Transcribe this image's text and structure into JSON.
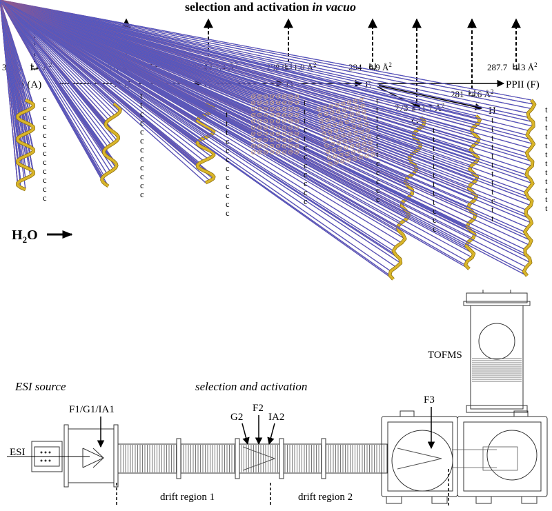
{
  "title": {
    "prefix": "selection and activation ",
    "emph": "in vacuo"
  },
  "ccs": {
    "A": "324.2",
    "A_err": "1.4 Å",
    "B": "312.0",
    "B_err": "1.7 Å",
    "C": "307.4",
    "C_err": "1.4 Å",
    "D": "298.0",
    "D_err": "1.0 Å",
    "E": "294",
    "E_err": "0.9 Å",
    "F": "287.7",
    "F_err": "1.3 Å",
    "G": "273.1",
    "G_err": "1.7 Å",
    "H": "281",
    "H_err": "1.6 Å",
    "sup": "2"
  },
  "states": {
    "A": "PPI (A)",
    "B": "B",
    "C": "C",
    "D": "D",
    "E": "E",
    "F": "PPII (F)",
    "G": "G",
    "H": "H"
  },
  "isomers": {
    "A": [
      "c",
      "c",
      "c",
      "c",
      "c",
      "c",
      "c",
      "c",
      "c",
      "c",
      "c",
      "c"
    ],
    "B": [
      "t",
      "t",
      "c",
      "c",
      "c",
      "c",
      "c",
      "c",
      "c",
      "c",
      "c",
      "c"
    ],
    "C": [
      "t",
      "t",
      "t",
      "c",
      "c",
      "c",
      "c",
      "c",
      "c",
      "c",
      "c",
      "c"
    ],
    "D": [
      "t",
      "t",
      "t",
      "c",
      "t",
      "c",
      "c",
      "c",
      "c",
      "c",
      "c",
      "c"
    ],
    "E": [
      "t",
      "t",
      "t",
      "t",
      "c",
      "t",
      "t",
      "c",
      "c",
      "c",
      "c",
      "c"
    ],
    "G": [
      "t",
      "t",
      "t",
      "t",
      "t",
      "t",
      "t",
      "t",
      "t",
      "c",
      "c",
      "c"
    ],
    "H": [
      "t",
      "t",
      "t",
      "t",
      "t",
      "t",
      "t",
      "t",
      "t",
      "c",
      "t",
      "t"
    ],
    "F": [
      "t",
      "t",
      "t",
      "t",
      "t",
      "t",
      "t",
      "t",
      "t",
      "t",
      "t",
      "t"
    ]
  },
  "h2o": {
    "main": "H",
    "sub": "2",
    "tail": "O"
  },
  "instrument": {
    "esi_source": "ESI source",
    "selection": "selection and activation",
    "F1G1IA1": "F1/G1/IA1",
    "G2": "G2",
    "F2": "F2",
    "IA2": "IA2",
    "F3": "F3",
    "ESI": "ESI",
    "TOFMS": "TOFMS",
    "drift1": "drift region 1",
    "drift2": "drift region 2"
  },
  "colors": {
    "backbone": "#d9b52a",
    "stick": "#b38f8f",
    "accent": "#e04040",
    "blue": "#4a58c8"
  }
}
